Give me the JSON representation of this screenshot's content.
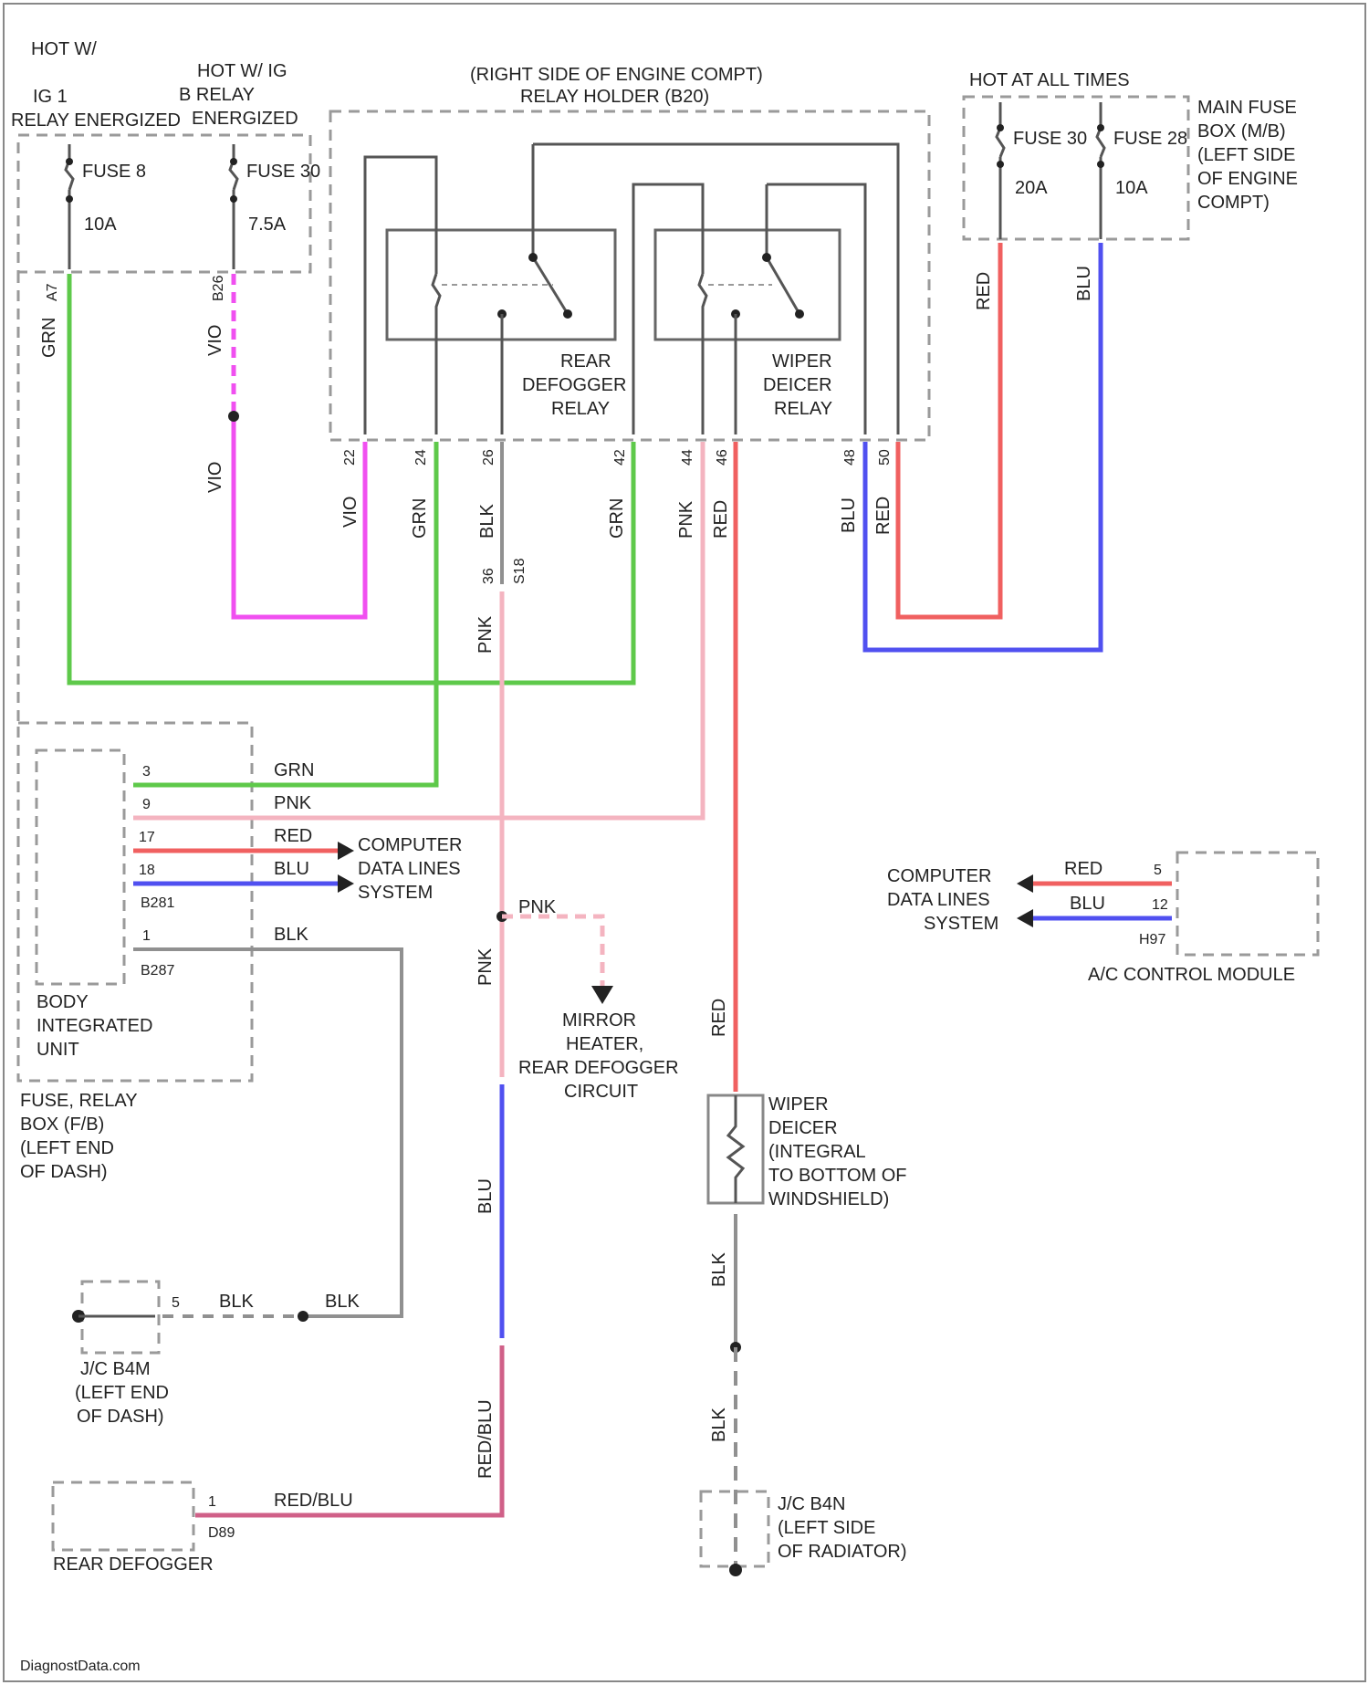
{
  "header": {
    "hot_w": "HOT W/",
    "ig1_relay": [
      "IG 1",
      "RELAY ENERGIZED"
    ],
    "hot_w_ig_b": [
      "HOT W/ IG",
      "B RELAY",
      "ENERGIZED"
    ],
    "relay_holder": [
      "(RIGHT SIDE OF ENGINE COMPT)",
      "RELAY HOLDER (B20)"
    ],
    "hot_at_all_times": "HOT AT ALL TIMES",
    "main_fuse_box": [
      "MAIN FUSE",
      "BOX (M/B)",
      "(LEFT SIDE",
      "OF ENGINE",
      "COMPT)"
    ]
  },
  "fuses": [
    {
      "name": "FUSE 8",
      "rating": "10A"
    },
    {
      "name": "FUSE 30",
      "rating": "7.5A"
    },
    {
      "name": "FUSE 30",
      "rating": "20A"
    },
    {
      "name": "FUSE 28",
      "rating": "10A"
    }
  ],
  "relays": {
    "rear_defogger": [
      "REAR",
      "DEFOGGER",
      "RELAY"
    ],
    "wiper_deicer": [
      "WIPER",
      "DEICER",
      "RELAY"
    ]
  },
  "pins": {
    "top_left": [
      "A7",
      "B26"
    ],
    "relay_bottom": [
      "22",
      "24",
      "26",
      "42",
      "44",
      "46",
      "48",
      "50"
    ],
    "splice": [
      "36",
      "S18"
    ]
  },
  "wire_colors": {
    "grn": "GRN",
    "vio": "VIO",
    "blk": "BLK",
    "pnk": "PNK",
    "red": "RED",
    "blu": "BLU",
    "red_blu": "RED/BLU"
  },
  "biu": {
    "pins": [
      "3",
      "9",
      "17",
      "18",
      "1"
    ],
    "connectors": [
      "B281",
      "B287"
    ],
    "name": [
      "BODY",
      "INTEGRATED",
      "UNIT"
    ],
    "fuse_relay_box": [
      "FUSE, RELAY",
      "BOX (F/B)",
      "(LEFT END",
      "OF DASH)"
    ]
  },
  "data_lines": [
    "COMPUTER",
    "DATA LINES",
    "SYSTEM"
  ],
  "ac_module": {
    "pins": [
      "5",
      "12"
    ],
    "connector": "H97",
    "name": "A/C CONTROL MODULE"
  },
  "mirror_heater": [
    "MIRROR",
    "HEATER,",
    "REAR DEFOGGER",
    "CIRCUIT"
  ],
  "wiper_deicer_element": [
    "WIPER",
    "DEICER",
    "(INTEGRAL",
    "TO BOTTOM OF",
    "WINDSHIELD)"
  ],
  "jc_b4m": [
    "J/C B4M",
    "(LEFT END",
    "OF DASH)"
  ],
  "jc_b4m_pin": "5",
  "jc_b4n": [
    "J/C B4N",
    "(LEFT SIDE",
    "OF RADIATOR)"
  ],
  "rear_defogger": {
    "name": "REAR DEFOGGER",
    "pin": "1",
    "connector": "D89"
  },
  "watermark": "DiagnostData.com"
}
